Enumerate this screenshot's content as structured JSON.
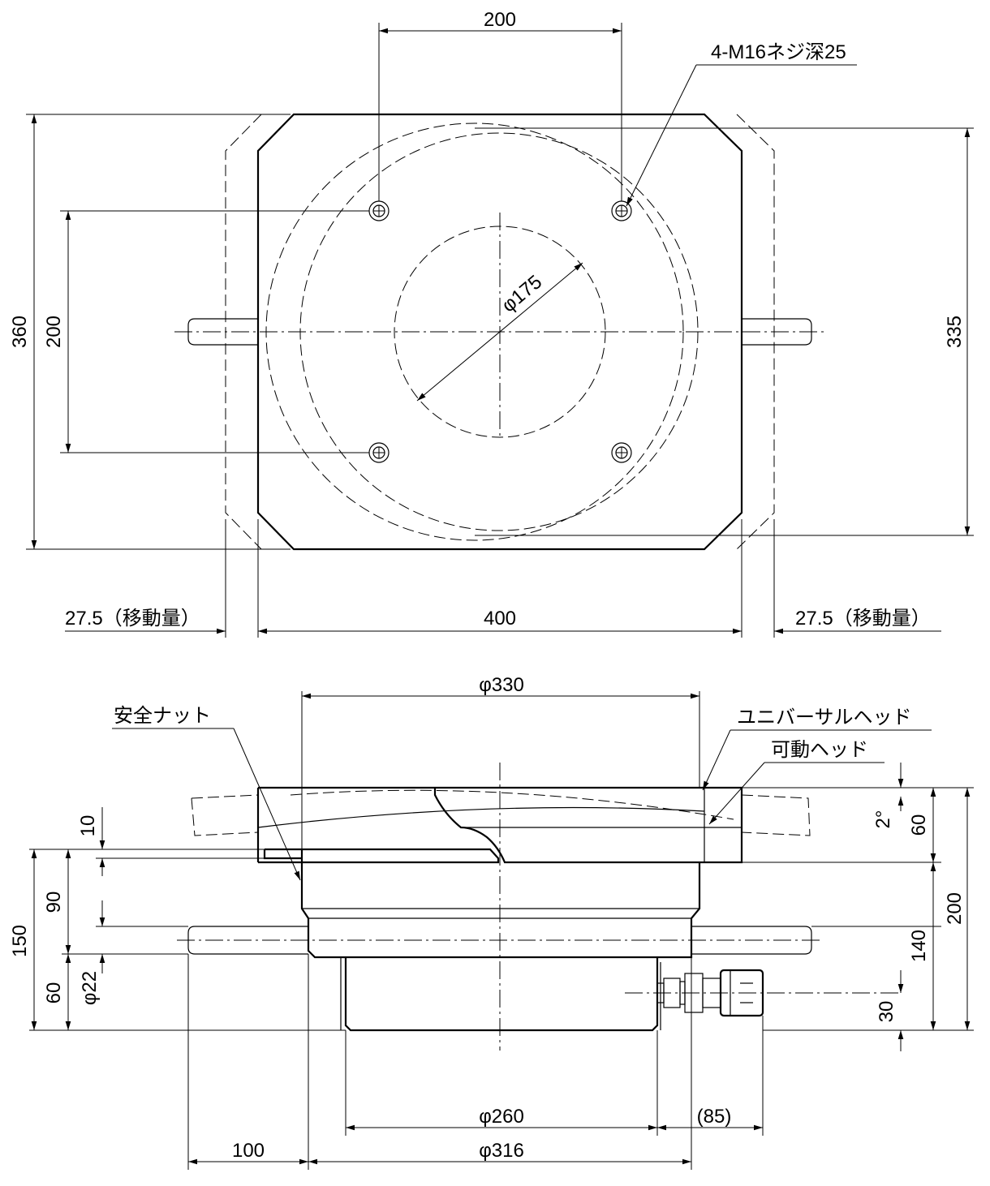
{
  "top_view": {
    "dim_hole_spacing_x": "200",
    "dim_hole_spacing_y": "200",
    "dim_overall_height": "360",
    "dim_side_height": "335",
    "dim_width": "400",
    "dim_travel_left": "27.5（移動量）",
    "dim_travel_right": "27.5（移動量）",
    "dim_inner_circle": "φ175",
    "callout_tapped_holes": "4-M16ネジ深25"
  },
  "side_view": {
    "dim_head_diameter": "φ330",
    "label_safety_nut": "安全ナット",
    "label_universal_head": "ユニバーサルヘッド",
    "label_movable_head": "可動ヘッド",
    "dim_gap": "10",
    "dim_angle": "2°",
    "dim_head_height": "60",
    "dim_body": "90",
    "dim_total_left": "150",
    "dim_pin_diameter": "φ22",
    "dim_base": "60",
    "dim_total_right": "200",
    "dim_mid_right": "140",
    "dim_port_height": "30",
    "dim_cylinder_diameter": "φ260",
    "dim_port_offset": "(85)",
    "dim_pin_length": "100",
    "dim_body_diameter": "φ316"
  }
}
